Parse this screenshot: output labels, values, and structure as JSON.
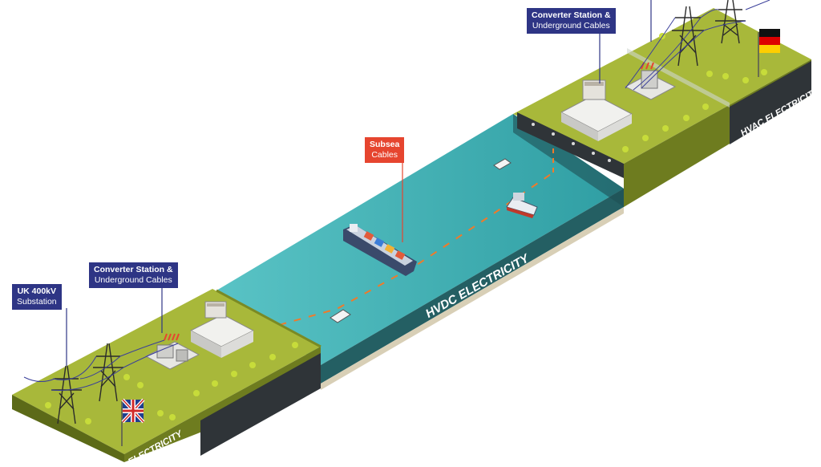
{
  "callouts": {
    "uk_substation": {
      "line1": "UK 400kV",
      "line2": "Substation",
      "color": "#2e3585"
    },
    "uk_converter": {
      "line1": "Converter Station &",
      "line2": "Underground Cables",
      "color": "#2e3585"
    },
    "de_converter": {
      "line1": "Converter Station &",
      "line2": "Underground Cables",
      "color": "#2e3585"
    },
    "subsea": {
      "line1": "Subsea",
      "line2": "Cables",
      "color": "#e6452f"
    }
  },
  "bands": {
    "hvdc": "HVDC ELECTRICITY",
    "hvac_de": "HVAC ELECTRICITY",
    "hvac_uk": "ELECTRICITY"
  },
  "flags": {
    "uk": "uk-flag",
    "de": "germany-flag"
  },
  "colors": {
    "grass": "#a8b83a",
    "soil": "#6e7c1f",
    "sea": "#3fb3b7",
    "callout_blue": "#2e3585",
    "callout_red": "#e6452f",
    "band_dark": "#2f3438"
  }
}
